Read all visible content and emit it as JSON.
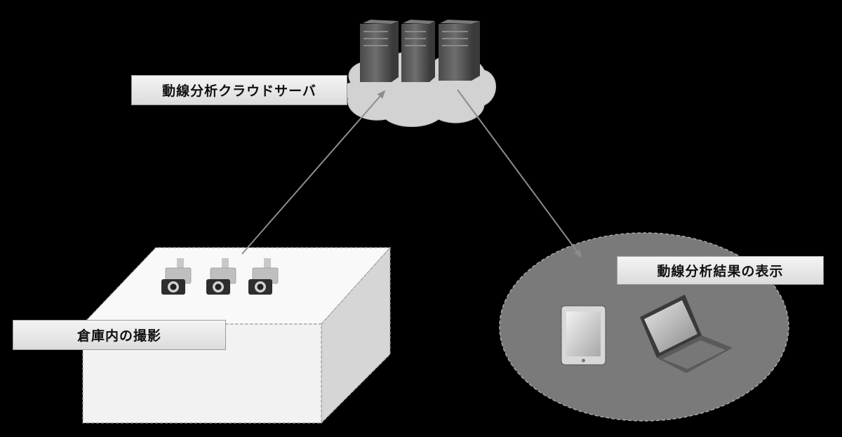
{
  "labels": {
    "cloud_server": "動線分析クラウドサーバ",
    "warehouse_capture": "倉庫内の撮影",
    "analysis_display": "動線分析結果の表示"
  },
  "colors": {
    "background": "#000000",
    "label_fill": "#e8e8e8",
    "cloud_fill": "#d0d0d0",
    "box_front": "#f2f2f2",
    "box_top": "#f9f9f9",
    "box_side": "#d6d6d6",
    "ellipse_fill": "#7a7a7a",
    "server_body": "#5a5a5a",
    "arrow": "#8c8c8c"
  },
  "icons": {
    "servers": [
      "server-rack-icon",
      "server-rack-icon",
      "server-rack-icon"
    ],
    "cameras": [
      "camera-icon",
      "camera-icon",
      "camera-icon"
    ],
    "devices": [
      "tablet-icon",
      "laptop-icon"
    ]
  },
  "flow": [
    {
      "from": "warehouse_capture",
      "to": "cloud_server"
    },
    {
      "from": "cloud_server",
      "to": "analysis_display"
    }
  ]
}
